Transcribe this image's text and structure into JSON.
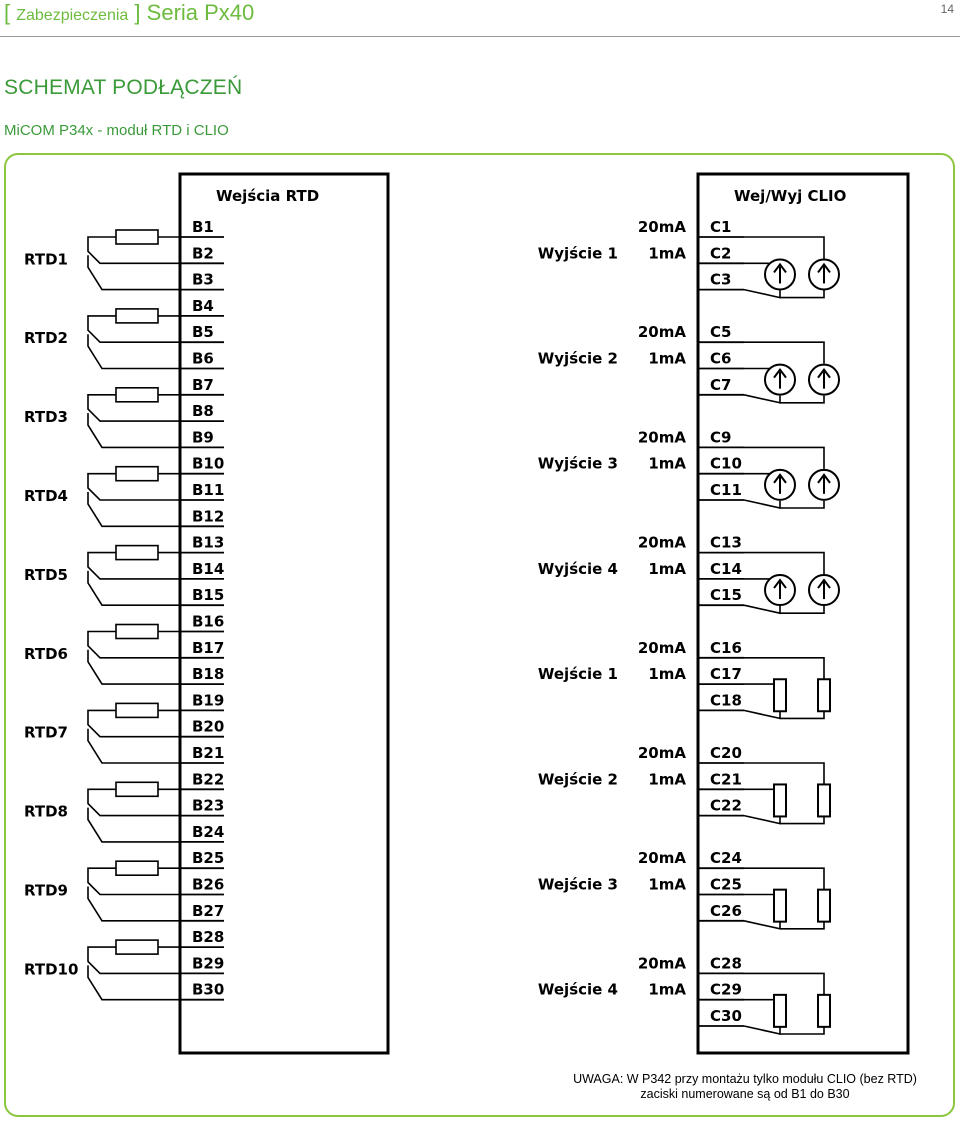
{
  "header": {
    "section": "Zabezpieczenia",
    "series": "Seria Px40",
    "page_number": "14"
  },
  "title": "SCHEMAT PODŁĄCZEŃ",
  "subtitle": "MiCOM P34x - moduł RTD i CLIO",
  "rtd_block": {
    "heading": "Wejścia RTD",
    "terminals": [
      "B1",
      "B2",
      "B3",
      "B4",
      "B5",
      "B6",
      "B7",
      "B8",
      "B9",
      "B10",
      "B11",
      "B12",
      "B13",
      "B14",
      "B15",
      "B16",
      "B17",
      "B18",
      "B19",
      "B20",
      "B21",
      "B22",
      "B23",
      "B24",
      "B25",
      "B26",
      "B27",
      "B28",
      "B29",
      "B30"
    ],
    "sensors": [
      "RTD1",
      "RTD2",
      "RTD3",
      "RTD4",
      "RTD5",
      "RTD6",
      "RTD7",
      "RTD8",
      "RTD9",
      "RTD10"
    ]
  },
  "clio_block": {
    "heading": "Wej/Wyj CLIO",
    "channels": [
      {
        "name": "Wyjście 1",
        "kind": "output",
        "range_high": "20mA",
        "range_low": "1mA",
        "terminals": [
          "C1",
          "C2",
          "C3"
        ]
      },
      {
        "name": "Wyjście 2",
        "kind": "output",
        "range_high": "20mA",
        "range_low": "1mA",
        "terminals": [
          "C5",
          "C6",
          "C7"
        ]
      },
      {
        "name": "Wyjście 3",
        "kind": "output",
        "range_high": "20mA",
        "range_low": "1mA",
        "terminals": [
          "C9",
          "C10",
          "C11"
        ]
      },
      {
        "name": "Wyjście 4",
        "kind": "output",
        "range_high": "20mA",
        "range_low": "1mA",
        "terminals": [
          "C13",
          "C14",
          "C15"
        ]
      },
      {
        "name": "Wejście 1",
        "kind": "input",
        "range_high": "20mA",
        "range_low": "1mA",
        "terminals": [
          "C16",
          "C17",
          "C18"
        ]
      },
      {
        "name": "Wejście 2",
        "kind": "input",
        "range_high": "20mA",
        "range_low": "1mA",
        "terminals": [
          "C20",
          "C21",
          "C22"
        ]
      },
      {
        "name": "Wejście 3",
        "kind": "input",
        "range_high": "20mA",
        "range_low": "1mA",
        "terminals": [
          "C24",
          "C25",
          "C26"
        ]
      },
      {
        "name": "Wejście 4",
        "kind": "input",
        "range_high": "20mA",
        "range_low": "1mA",
        "terminals": [
          "C28",
          "C29",
          "C30"
        ]
      }
    ]
  },
  "note": {
    "line1": "UWAGA: W P342 przy montażu tylko modułu CLIO (bez RTD)",
    "line2": "zaciski numerowane są od B1 do B30"
  },
  "colors": {
    "accent": "#6dbb3f",
    "frame": "#8cc63f",
    "title": "#3a9a3a"
  }
}
